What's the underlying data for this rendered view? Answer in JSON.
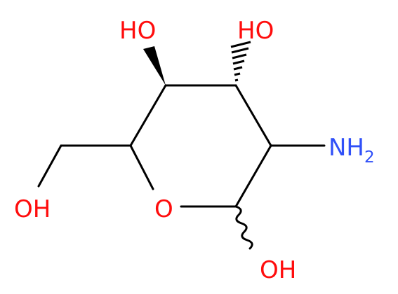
{
  "molecule": {
    "colors": {
      "bond": "#000000",
      "oxygen": "#ff0d0d",
      "nitrogen": "#3050f8",
      "background": "#ffffff"
    },
    "labels": {
      "oh_top_left": "HO",
      "oh_top_right": "HO",
      "nh2_main": "NH",
      "nh2_sub": "2",
      "ho_left": "OH",
      "ring_oxygen": "O",
      "oh_bottom": "OH"
    }
  }
}
